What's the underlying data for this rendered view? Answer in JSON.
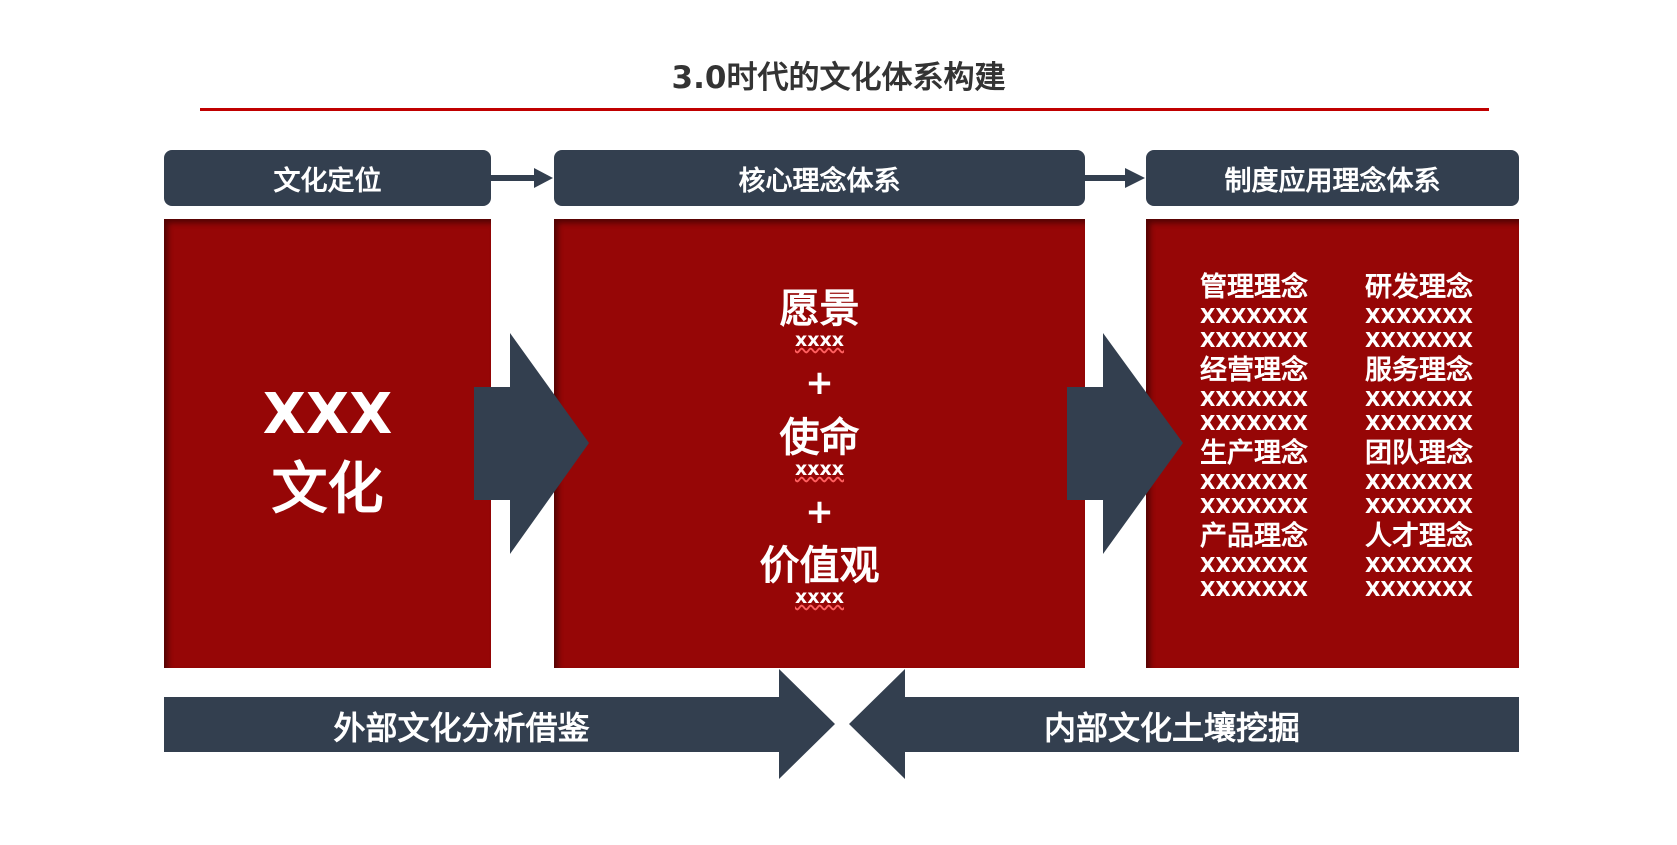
{
  "title": "3.0时代的文化体系构建",
  "headers": [
    "文化定位",
    "核心理念体系",
    "制度应用理念体系"
  ],
  "left": {
    "line1": "XXX",
    "line2": "文化"
  },
  "middle": [
    {
      "title": "愿景",
      "sub": "xxxx"
    },
    {
      "plus": "+"
    },
    {
      "title": "使命",
      "sub": "xxxx"
    },
    {
      "plus": "+"
    },
    {
      "title": "价值观",
      "sub": "xxxx"
    }
  ],
  "right": [
    {
      "title": "管理理念",
      "l1": "XXXXXXX",
      "l2": "XXXXXXX"
    },
    {
      "title": "研发理念",
      "l1": "XXXXXXX",
      "l2": "XXXXXXX"
    },
    {
      "title": "经营理念",
      "l1": "XXXXXXX",
      "l2": "XXXXXXX"
    },
    {
      "title": "服务理念",
      "l1": "XXXXXXX",
      "l2": "XXXXXXX"
    },
    {
      "title": "生产理念",
      "l1": "XXXXXXX",
      "l2": "XXXXXXX"
    },
    {
      "title": "团队理念",
      "l1": "XXXXXXX",
      "l2": "XXXXXXX"
    },
    {
      "title": "产品理念",
      "l1": "XXXXXXX",
      "l2": "XXXXXXX"
    },
    {
      "title": "人才理念",
      "l1": "XXXXXXX",
      "l2": "XXXXXXX"
    }
  ],
  "bottom": {
    "left": "外部文化分析借鉴",
    "right": "内部文化土壤挖掘"
  },
  "colors": {
    "navy": "#333f4f",
    "red": "#960606",
    "rule": "#c00000"
  }
}
